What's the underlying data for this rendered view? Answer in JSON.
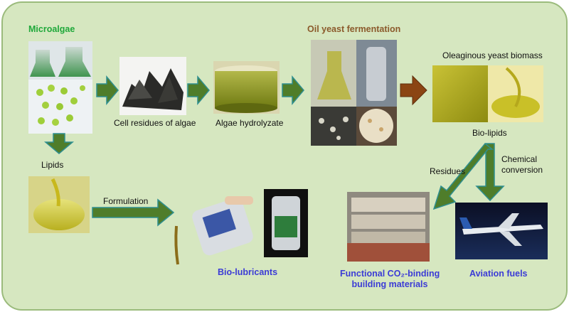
{
  "labels": {
    "microalgae": "Microalgae",
    "cell_residues": "Cell residues of algae",
    "algae_hydrolyzate": "Algae hydrolyzate",
    "oil_yeast_fermentation": "Oil yeast fermentation",
    "oleaginous_yeast_biomass": "Oleaginous yeast biomass",
    "bio_lipids": "Bio-lipids",
    "lipids": "Lipids",
    "formulation": "Formulation",
    "residues": "Residues",
    "chemical_conversion_1": "Chemical",
    "chemical_conversion_2": "conversion",
    "bio_lubricants": "Bio-lubricants",
    "building_materials_1": "Functional CO₂-binding",
    "building_materials_2": "building materials",
    "aviation_fuels": "Aviation fuels"
  },
  "colors": {
    "panel_fill": "#d6e7c0",
    "panel_stroke": "#9bbb7c",
    "arrow_fill": "#4f7d2a",
    "arrow_stroke": "#2f8f8f",
    "header_green": "#1fa83a",
    "header_brown": "#8b5a2b",
    "product_blue": "#3b3bd6"
  }
}
